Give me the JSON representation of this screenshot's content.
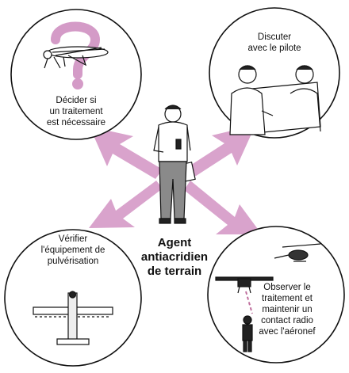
{
  "colors": {
    "arrow": "#d9a3cc",
    "question_mark": "#d49bc7",
    "dashed_line": "#c0709e",
    "outline": "#111111"
  },
  "panels": {
    "top_left": {
      "lines": [
        "Décider si",
        "un traitement",
        "est nécessaire"
      ],
      "icon": "locust-question-icon"
    },
    "top_right": {
      "lines": [
        "Discuter",
        "avec le pilote"
      ],
      "icon": "officer-pilot-map-icon"
    },
    "bottom_left": {
      "lines": [
        "Vérifier",
        "l'équipement de",
        "pulvérisation"
      ],
      "icon": "spray-aircraft-icon"
    },
    "bottom_right": {
      "lines": [
        "Observer le",
        "traitement et",
        "maintenir un",
        "contact radio",
        "avec l'aéronef"
      ],
      "icon": "aircraft-helicopter-radio-icon"
    }
  },
  "center": {
    "lines": [
      "Agent",
      "antiacridien",
      "de terrain"
    ],
    "icon": "field-officer-icon"
  }
}
